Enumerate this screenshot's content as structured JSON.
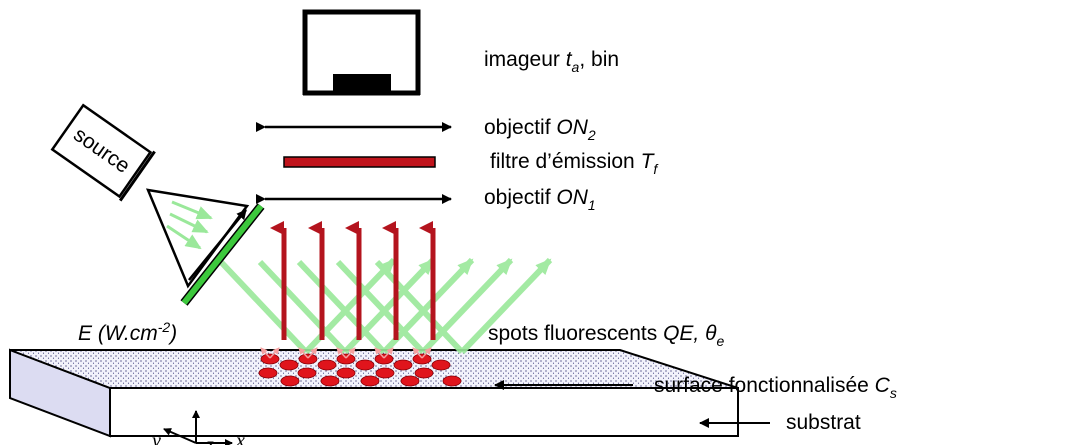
{
  "labels": {
    "imager_text": "imageur ",
    "imager_ta": "t",
    "imager_ta_sub": "a",
    "imager_rest": ", bin",
    "objective2_text": "objectif ",
    "objective2_on": "ON",
    "objective2_sub": "2",
    "filter_text": "filtre d’émission ",
    "filter_t": "T",
    "filter_sub": "f",
    "objective1_text": "objectif ",
    "objective1_on": "ON",
    "objective1_sub": "1",
    "source": "source",
    "irradiance_main": "E (W.cm",
    "irradiance_sup": "-2",
    "irradiance_close": ")",
    "spots_text": "spots fluorescents ",
    "spots_qe": "QE, θ",
    "spots_sub": "e",
    "surface_text": "surface fonctionnalisée ",
    "surface_c": "C",
    "surface_sub": "s",
    "substrate": "substrat",
    "axis_x": "x",
    "axis_y": "y",
    "axis_z": "z"
  },
  "colors": {
    "filter": "#c0141c",
    "mirror": "#3cc83c",
    "excitation_beam": "#9ae89a",
    "emission_arrow": "#b4141e",
    "spot": "#e0141c",
    "substrate_side": "#dcdcf2",
    "surface_dots": "#2a2a6a",
    "line": "#000000"
  }
}
